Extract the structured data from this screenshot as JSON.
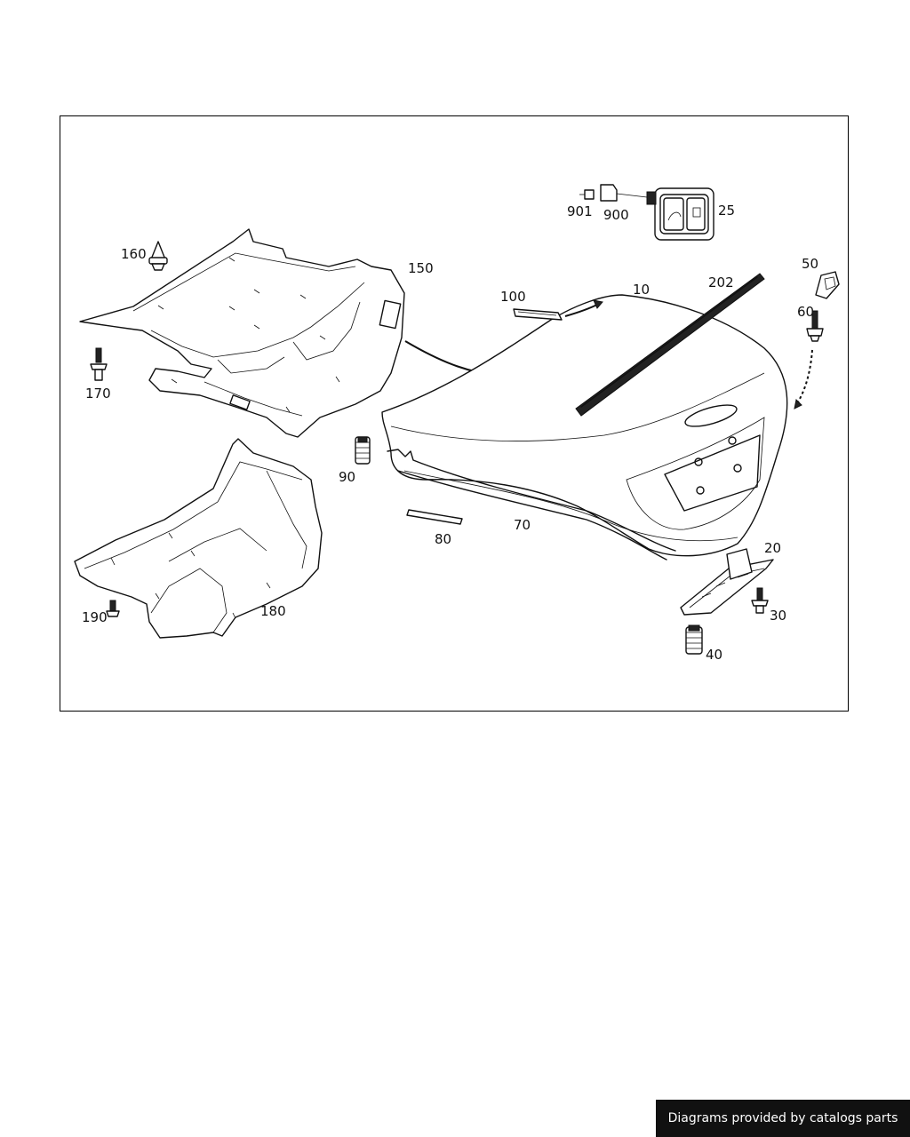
{
  "callouts": {
    "p10": "10",
    "p20": "20",
    "p25": "25",
    "p30": "30",
    "p40": "40",
    "p50": "50",
    "p60": "60",
    "p70": "70",
    "p80": "80",
    "p90": "90",
    "p100": "100",
    "p150": "150",
    "p160": "160",
    "p170": "170",
    "p180": "180",
    "p190": "190",
    "p202": "202",
    "p900": "900",
    "p901": "901"
  },
  "footer": {
    "credit": "Diagrams provided by catalogs parts"
  },
  "colors": {
    "line": "#111111",
    "footer_bg": "#111111",
    "footer_text": "#ffffff"
  }
}
